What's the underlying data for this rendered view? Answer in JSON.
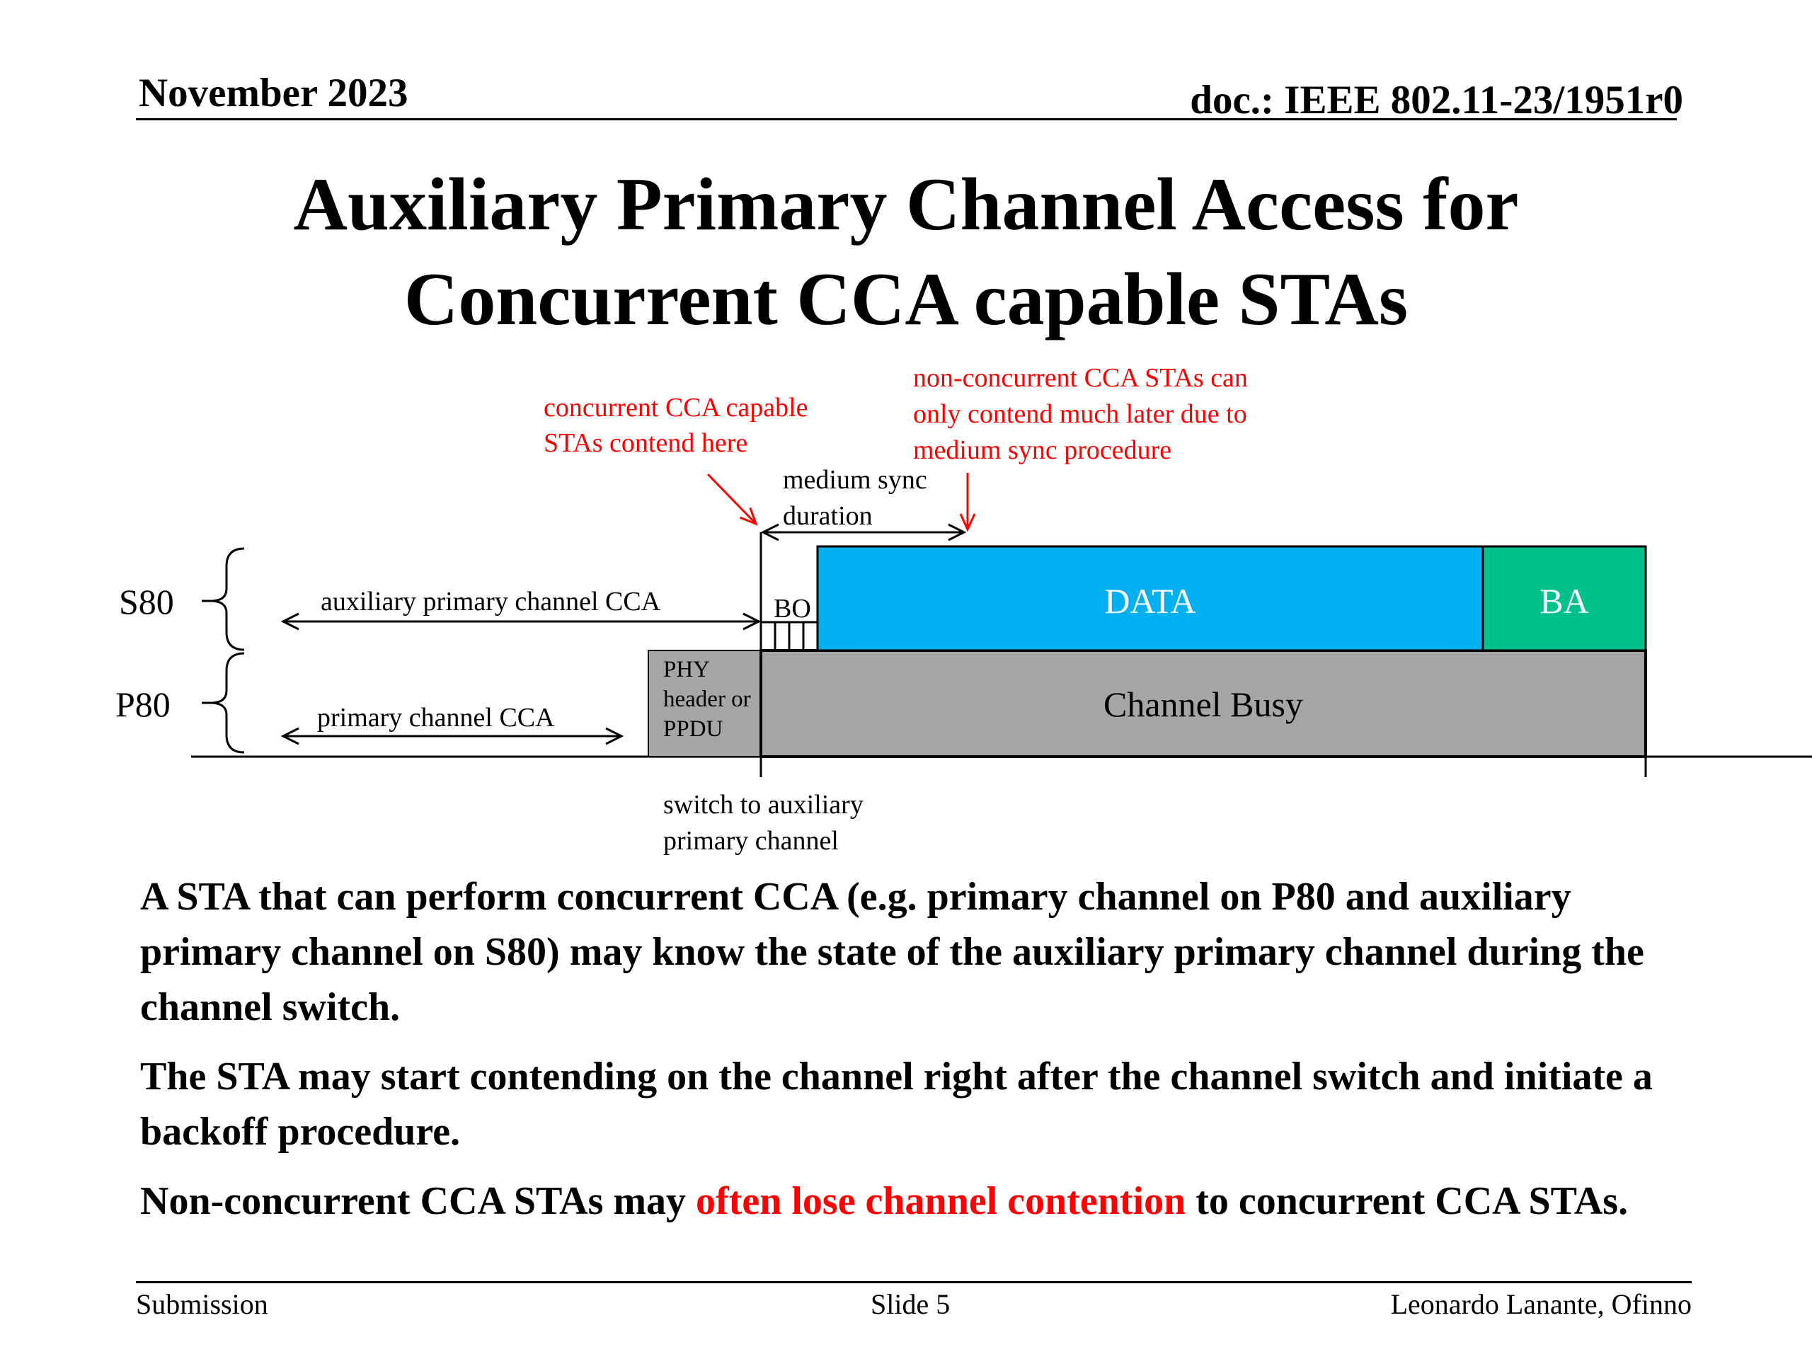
{
  "header": {
    "date": "November 2023",
    "doc": "doc.: IEEE 802.11-23/1951r0"
  },
  "title": {
    "line1": "Auxiliary Primary Channel Access for",
    "line2": "Concurrent CCA capable STAs"
  },
  "diagram": {
    "annotations": {
      "concurrent_line1": "concurrent CCA capable",
      "concurrent_line2": "STAs contend here",
      "nonconcurrent_line1": "non-concurrent CCA STAs can",
      "nonconcurrent_line2": "only  contend much later due to",
      "nonconcurrent_line3": "medium sync procedure",
      "msd_line1": "medium sync",
      "msd_line2": "duration",
      "switch_line1": "switch to auxiliary",
      "switch_line2": "primary channel"
    },
    "channels": {
      "s80": "S80",
      "p80": "P80"
    },
    "arrows": {
      "aux_cca": "auxiliary primary channel CCA",
      "primary_cca": "primary channel CCA"
    },
    "blocks": {
      "bo": "BO",
      "data": "DATA",
      "ba": "BA",
      "phy_line1": "PHY",
      "phy_line2": "header or",
      "phy_line3": "PPDU",
      "busy": "Channel Busy"
    },
    "colors": {
      "data": "#00b0f0",
      "ba": "#00c08b",
      "busy": "#a6a6a6",
      "annotation": "#ff0000"
    }
  },
  "bullets": {
    "b1": "A STA that can perform concurrent CCA (e.g. primary channel on P80 and auxiliary primary channel on S80) may know the state of the auxiliary primary channel during the channel switch.",
    "b2": "The STA may start contending on the channel right after the channel switch and initiate a backoff procedure.",
    "b3_pre": "Non-concurrent CCA STAs may ",
    "b3_red": "often lose channel contention",
    "b3_post": " to concurrent CCA STAs."
  },
  "footer": {
    "left": "Submission",
    "center": "Slide 5",
    "right": "Leonardo Lanante, Ofinno"
  }
}
